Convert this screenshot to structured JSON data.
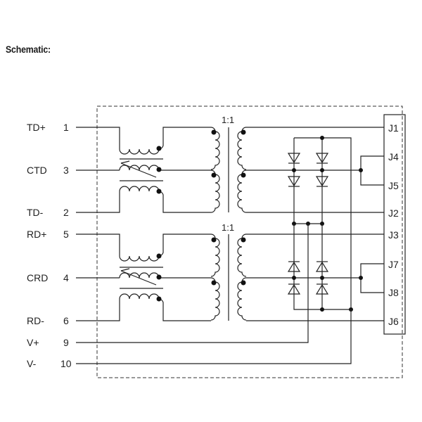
{
  "title": "Schematic:",
  "pins": [
    {
      "name": "TD+",
      "num": "1"
    },
    {
      "name": "CTD",
      "num": "3"
    },
    {
      "name": "TD-",
      "num": "2"
    },
    {
      "name": "RD+",
      "num": "5"
    },
    {
      "name": "CRD",
      "num": "4"
    },
    {
      "name": "RD-",
      "num": "6"
    },
    {
      "name": "V+",
      "num": "9"
    },
    {
      "name": "V-",
      "num": "10"
    }
  ],
  "transformers": [
    {
      "ratio": "1:1"
    },
    {
      "ratio": "1:1"
    }
  ],
  "jack_pins": [
    "J1",
    "J4",
    "J5",
    "J2",
    "J3",
    "J7",
    "J8",
    "J6"
  ]
}
